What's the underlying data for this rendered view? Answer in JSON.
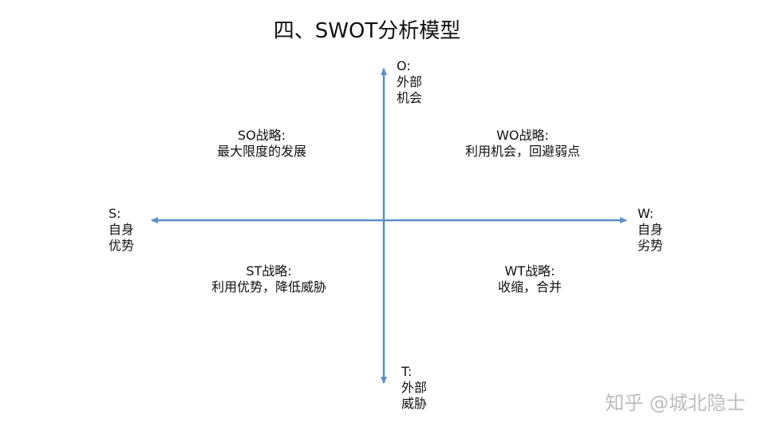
{
  "title": "四、SWOT分析模型",
  "colors": {
    "axis": "#5a8fc7",
    "text": "#111111",
    "watermark": "#bdbdbd"
  },
  "axes": {
    "top": {
      "letter": "O:",
      "line1": "外部",
      "line2": "机会"
    },
    "bottom": {
      "letter": "T:",
      "line1": "外部",
      "line2": "威胁"
    },
    "left": {
      "letter": "S:",
      "line1": "自身",
      "line2": "优势"
    },
    "right": {
      "letter": "W:",
      "line1": "自身",
      "line2": "劣势"
    }
  },
  "quadrants": {
    "so": {
      "title": "SO战略:",
      "desc": "最大限度的发展"
    },
    "wo": {
      "title": "WO战略:",
      "desc": "利用机会，回避弱点"
    },
    "st": {
      "title": "ST战略:",
      "desc": "利用优势，降低威胁"
    },
    "wt": {
      "title": "WT战略:",
      "desc": "收缩，合并"
    }
  },
  "watermark": "知乎 @城北隐士"
}
